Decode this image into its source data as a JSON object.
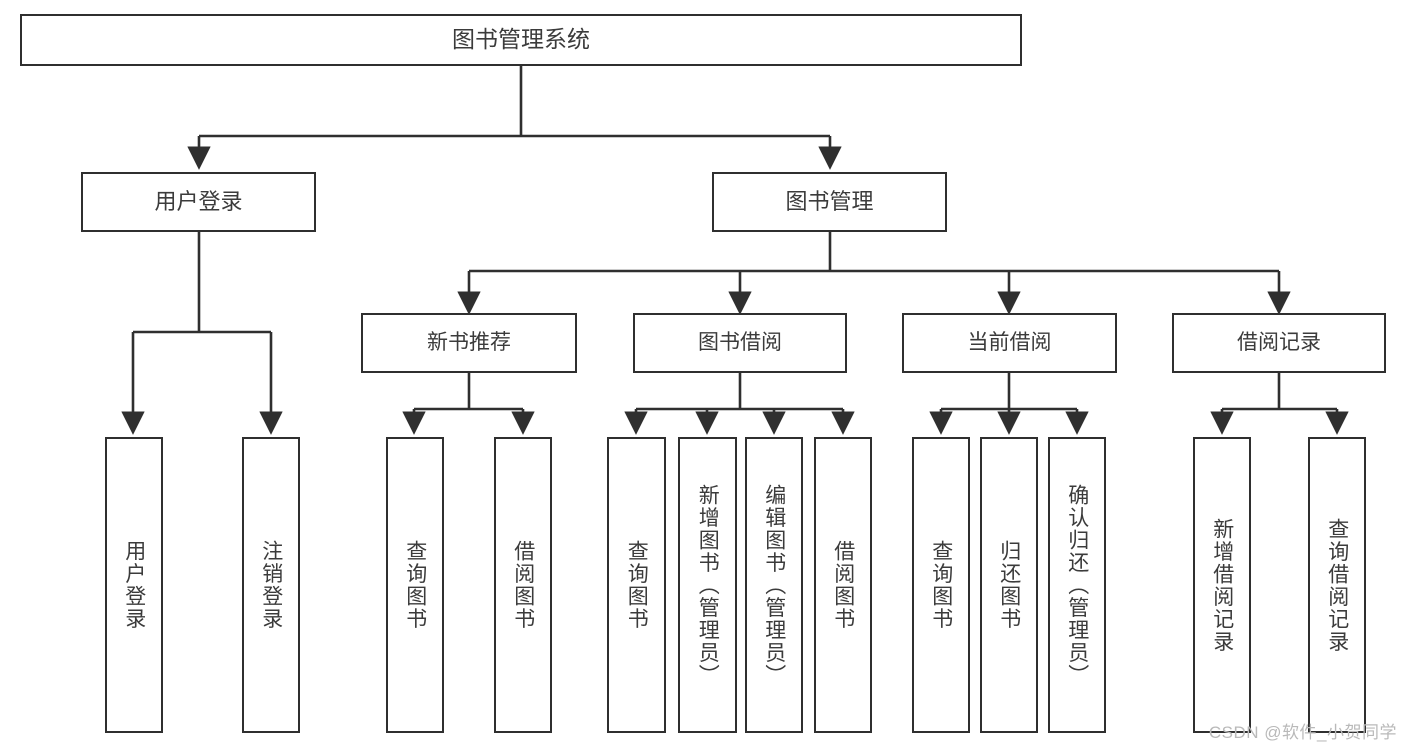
{
  "diagram": {
    "type": "hierarchy-tree",
    "title": "图书管理系统",
    "root": {
      "label": "图书管理系统"
    },
    "level2": [
      {
        "label": "用户登录"
      },
      {
        "label": "图书管理"
      }
    ],
    "level3": [
      {
        "label": "新书推荐"
      },
      {
        "label": "图书借阅"
      },
      {
        "label": "当前借阅"
      },
      {
        "label": "借阅记录"
      }
    ],
    "leaves": [
      {
        "label": "用户登录",
        "parent": "用户登录"
      },
      {
        "label": "注销登录",
        "parent": "用户登录"
      },
      {
        "label": "查询图书",
        "parent": "新书推荐"
      },
      {
        "label": "借阅图书",
        "parent": "新书推荐"
      },
      {
        "label": "查询图书",
        "parent": "图书借阅"
      },
      {
        "label": "新增图书（管理员）",
        "parent": "图书借阅"
      },
      {
        "label": "编辑图书（管理员）",
        "parent": "图书借阅"
      },
      {
        "label": "借阅图书",
        "parent": "图书借阅"
      },
      {
        "label": "查询图书",
        "parent": "当前借阅"
      },
      {
        "label": "归还图书",
        "parent": "当前借阅"
      },
      {
        "label": "确认归还（管理员）",
        "parent": "当前借阅"
      },
      {
        "label": "新增借阅记录",
        "parent": "借阅记录"
      },
      {
        "label": "查询借阅记录",
        "parent": "借阅记录"
      }
    ],
    "colors": {
      "stroke": "#2f2f2f",
      "text": "#3b3b3b",
      "background": "#ffffff",
      "watermark": "#b9b9b9"
    }
  },
  "watermark": {
    "text": "CSDN @软件_小贺同学"
  }
}
